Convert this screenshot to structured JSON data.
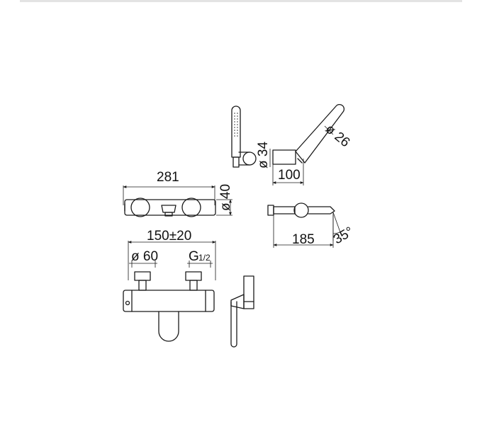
{
  "dimensions": {
    "width_total": "281",
    "pipe_diameter": "ø 40",
    "center_distance": "150±20",
    "escutcheon_diameter": "ø 60",
    "thread_prefix": "G",
    "thread_fraction": "1/2",
    "handle_diameter": "ø 34",
    "holder_length": "100",
    "hand_shower_diameter": "ø 26",
    "spout_length": "185",
    "spout_angle": "35°"
  }
}
